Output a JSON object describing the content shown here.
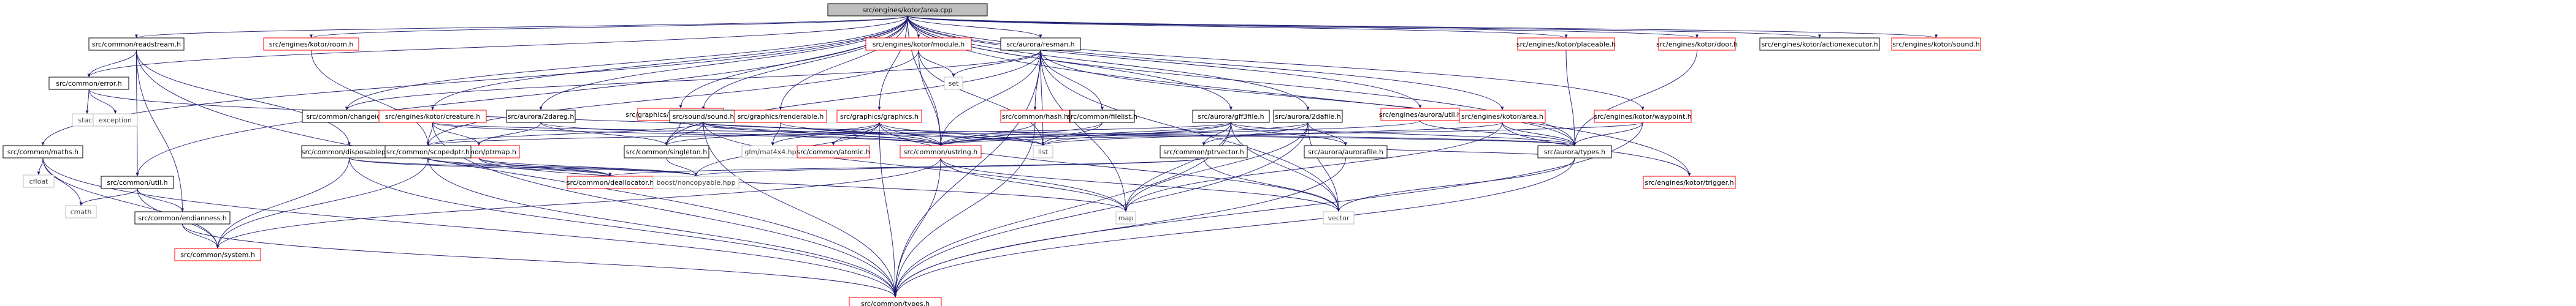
{
  "colors": {
    "root_fill": "#bfbfbf",
    "doc_fill": "#ffffff",
    "doc_border": "#000000",
    "missing_border": "#ff0000",
    "sys_border": "#bfbfbf",
    "sys_text": "#3f3f3f",
    "edge": "#191970"
  },
  "nodes": [
    {
      "id": "root",
      "label": "src/engines/kotor/area.cpp",
      "kind": "root"
    },
    {
      "id": "readstream",
      "label": "src/common/readstream.h",
      "kind": "doc"
    },
    {
      "id": "maths",
      "label": "src/common/maths.h",
      "kind": "doc"
    },
    {
      "id": "error",
      "label": "src/common/error.h",
      "kind": "doc"
    },
    {
      "id": "util",
      "label": "src/common/util.h",
      "kind": "doc"
    },
    {
      "id": "endianness",
      "label": "src/common/endianness.h",
      "kind": "doc"
    },
    {
      "id": "system",
      "label": "src/common/system.h",
      "kind": "missing"
    },
    {
      "id": "types",
      "label": "src/common/types.h",
      "kind": "missing"
    },
    {
      "id": "stack",
      "label": "stack",
      "kind": "sys"
    },
    {
      "id": "exception",
      "label": "exception",
      "kind": "sys"
    },
    {
      "id": "cfloat",
      "label": "cfloat",
      "kind": "sys"
    },
    {
      "id": "cmath",
      "label": "cmath",
      "kind": "sys"
    },
    {
      "id": "room",
      "label": "src/engines/kotor/room.h",
      "kind": "missing"
    },
    {
      "id": "changeid",
      "label": "src/common/changeid.h",
      "kind": "doc"
    },
    {
      "id": "creature",
      "label": "src/engines/kotor/creature.h",
      "kind": "missing"
    },
    {
      "id": "ptrmap",
      "label": "src/common/ptrmap.h",
      "kind": "missing"
    },
    {
      "id": "disposableptr",
      "label": "src/common/disposableptr.h",
      "kind": "doc"
    },
    {
      "id": "scopedptr",
      "label": "src/common/scopedptr.h",
      "kind": "doc"
    },
    {
      "id": "deallocator",
      "label": "src/common/deallocator.h",
      "kind": "missing"
    },
    {
      "id": "noncopyable",
      "label": "boost/noncopyable.hpp",
      "kind": "sys"
    },
    {
      "id": "twodareg",
      "label": "src/aurora/2dareg.h",
      "kind": "doc"
    },
    {
      "id": "singleton",
      "label": "src/common/singleton.h",
      "kind": "doc"
    },
    {
      "id": "cursorman",
      "label": "src/graphics/aurora/cursorman.h",
      "kind": "missing"
    },
    {
      "id": "sound",
      "label": "src/sound/sound.h",
      "kind": "doc"
    },
    {
      "id": "module",
      "label": "src/engines/kotor/module.h",
      "kind": "missing"
    },
    {
      "id": "renderable",
      "label": "src/graphics/renderable.h",
      "kind": "missing"
    },
    {
      "id": "graphics",
      "label": "src/graphics/graphics.h",
      "kind": "missing"
    },
    {
      "id": "matrix4x4",
      "label": "glm/mat4x4.hpp",
      "kind": "sys"
    },
    {
      "id": "atomic",
      "label": "src/common/atomic.h",
      "kind": "missing"
    },
    {
      "id": "ustring",
      "label": "src/common/ustring.h",
      "kind": "missing"
    },
    {
      "id": "resman",
      "label": "src/aurora/resman.h",
      "kind": "doc"
    },
    {
      "id": "set",
      "label": "set",
      "kind": "sys"
    },
    {
      "id": "hash",
      "label": "src/common/hash.h",
      "kind": "missing"
    },
    {
      "id": "filelist",
      "label": "src/common/filelist.h",
      "kind": "doc"
    },
    {
      "id": "list",
      "label": "list",
      "kind": "sys"
    },
    {
      "id": "map",
      "label": "map",
      "kind": "sys"
    },
    {
      "id": "vector",
      "label": "vector",
      "kind": "sys"
    },
    {
      "id": "gff3file",
      "label": "src/aurora/gff3file.h",
      "kind": "doc"
    },
    {
      "id": "twodafile",
      "label": "src/aurora/2dafile.h",
      "kind": "doc"
    },
    {
      "id": "ptrvector",
      "label": "src/common/ptrvector.h",
      "kind": "doc"
    },
    {
      "id": "aurorafile",
      "label": "src/aurora/aurorafile.h",
      "kind": "doc"
    },
    {
      "id": "aurorautil",
      "label": "src/engines/aurora/util.h",
      "kind": "missing"
    },
    {
      "id": "karea",
      "label": "src/engines/kotor/area.h",
      "kind": "missing"
    },
    {
      "id": "auroratypes",
      "label": "src/aurora/types.h",
      "kind": "doc"
    },
    {
      "id": "waypoint",
      "label": "src/engines/kotor/waypoint.h",
      "kind": "missing"
    },
    {
      "id": "trigger",
      "label": "src/engines/kotor/trigger.h",
      "kind": "missing"
    },
    {
      "id": "placeable",
      "label": "src/engines/kotor/placeable.h",
      "kind": "missing"
    },
    {
      "id": "door",
      "label": "src/engines/kotor/door.h",
      "kind": "missing"
    },
    {
      "id": "actionexecutor",
      "label": "src/engines/kotor/actionexecutor.h",
      "kind": "doc"
    },
    {
      "id": "ksound",
      "label": "src/engines/kotor/sound.h",
      "kind": "missing"
    }
  ]
}
